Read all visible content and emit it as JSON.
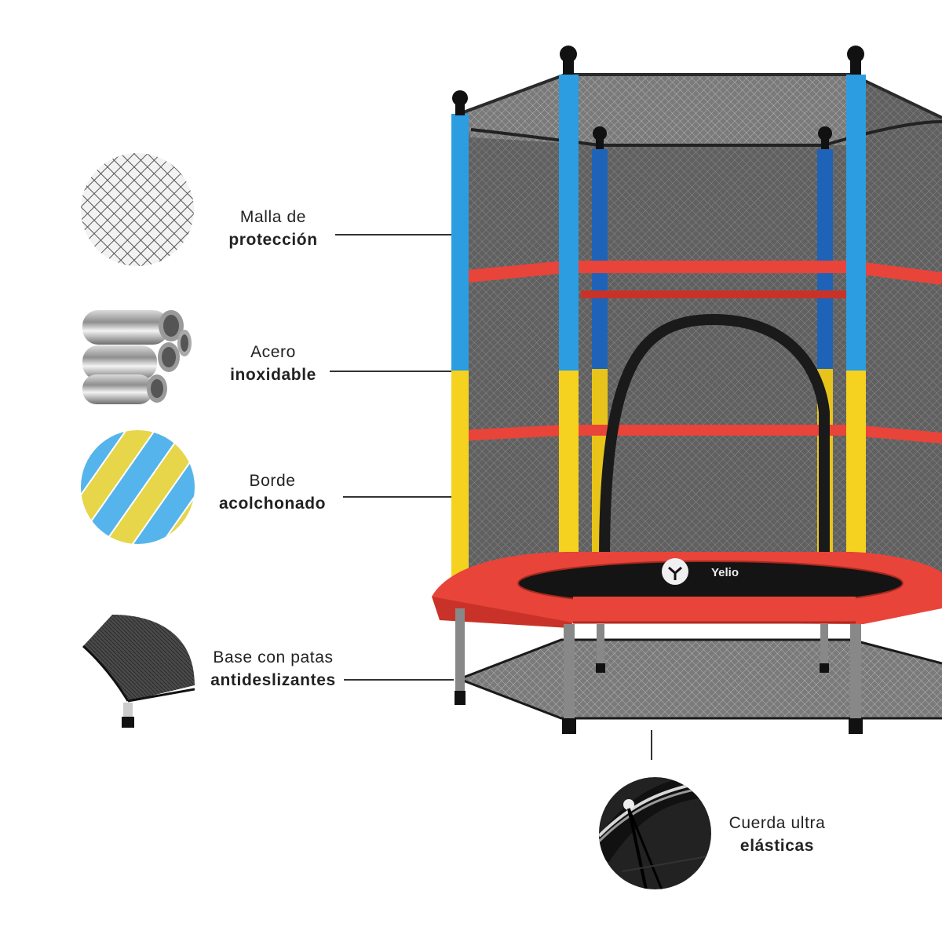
{
  "features": [
    {
      "id": "net",
      "light": "Malla de",
      "bold": "protección",
      "icon": "mesh-net-icon"
    },
    {
      "id": "steel",
      "light": "Acero",
      "bold": "inoxidable",
      "icon": "steel-tubes-icon"
    },
    {
      "id": "padding",
      "light": "Borde",
      "bold": "acolchonado",
      "icon": "padded-border-icon"
    },
    {
      "id": "base",
      "light": "Base con patas",
      "bold": "antideslizantes",
      "icon": "non-slip-leg-icon"
    },
    {
      "id": "rope",
      "light": "Cuerda ultra",
      "bold": "elásticas",
      "icon": "elastic-rope-icon"
    }
  ],
  "product": {
    "brand": "Yelio",
    "colors": {
      "red": "#e8443a",
      "blue": "#2b9de0",
      "yellow": "#f5d21f",
      "net": "#5d5d5d",
      "dark": "#1c1c1c"
    }
  }
}
